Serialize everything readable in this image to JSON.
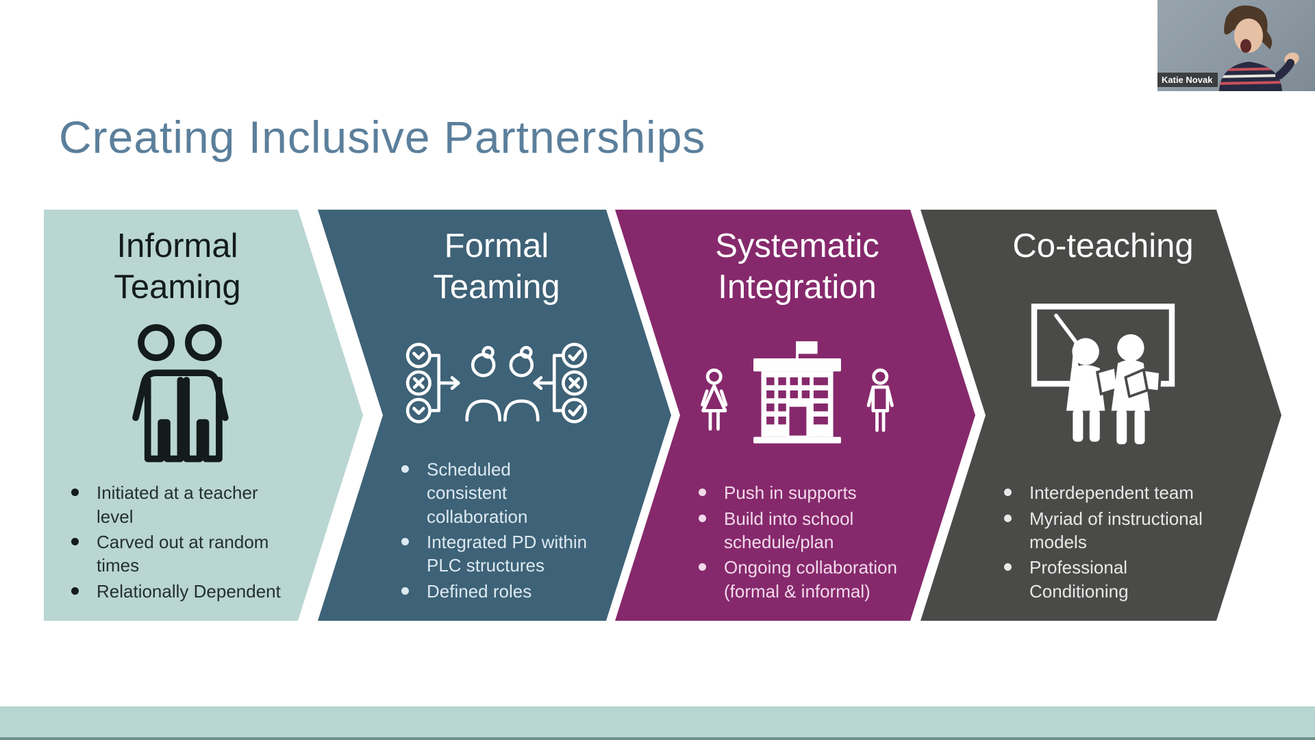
{
  "slide": {
    "title": "Creating Inclusive Partnerships",
    "title_color": "#5b7f9b",
    "stages": [
      {
        "title": "Informal Teaming",
        "icon": "two-people-outline-icon",
        "bg": "#b9d6d2",
        "text_color": "#131c1b",
        "bullets": [
          "Initiated at a teacher level",
          "Carved out at random times",
          "Relationally Dependent"
        ]
      },
      {
        "title": "Formal Teaming",
        "icon": "scheduled-collaboration-icon",
        "bg": "#3e6277",
        "text_color": "#dde9f1",
        "bullets": [
          "Scheduled consistent collaboration",
          "Integrated PD within PLC structures",
          "Defined roles"
        ]
      },
      {
        "title": "Systematic Integration",
        "icon": "school-building-icon",
        "bg": "#86296c",
        "text_color": "#f2d9ea",
        "bullets": [
          "Push in supports",
          "Build into school schedule/plan",
          "Ongoing collaboration (formal & informal)"
        ]
      },
      {
        "title": "Co-teaching",
        "icon": "co-teaching-whiteboard-icon",
        "bg": "#4a4a48",
        "text_color": "#e8e8e8",
        "bullets": [
          "Interdependent team",
          "Myriad of instructional models",
          "Professional Conditioning"
        ]
      }
    ],
    "bottom_bar_color": "#b7d5d1"
  },
  "webcam": {
    "participant_name": "Katie Novak"
  }
}
